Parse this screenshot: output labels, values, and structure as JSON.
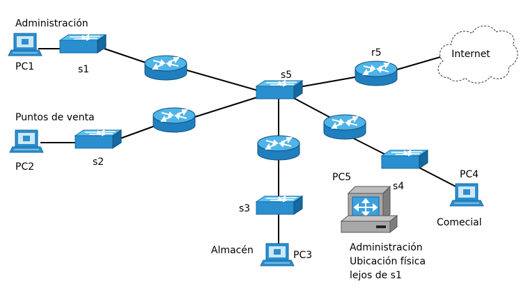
{
  "nodes": {
    "s1": "s1",
    "s2": "s2",
    "s3": "s3",
    "s4": "s4",
    "s5": "s5",
    "r5": "r5",
    "internet": "Internet",
    "pc1": "PC1",
    "pc2": "PC2",
    "pc3": "PC3",
    "pc4": "PC4",
    "pc5": "PC5"
  },
  "labels": {
    "administracion": "Administración",
    "puntos_venta": "Puntos de venta",
    "almacen": "Almacén",
    "comercial": "Comecial",
    "pc5_line1": "Administración",
    "pc5_line2": "Ubicación física",
    "pc5_line3": "lejos de s1"
  },
  "colors": {
    "device_blue": "#2a8fcf",
    "device_light": "#5ec2f0",
    "device_dark": "#1568a0",
    "pc_gray": "#9a9a9a",
    "screen_blue": "#3aa0e0"
  }
}
